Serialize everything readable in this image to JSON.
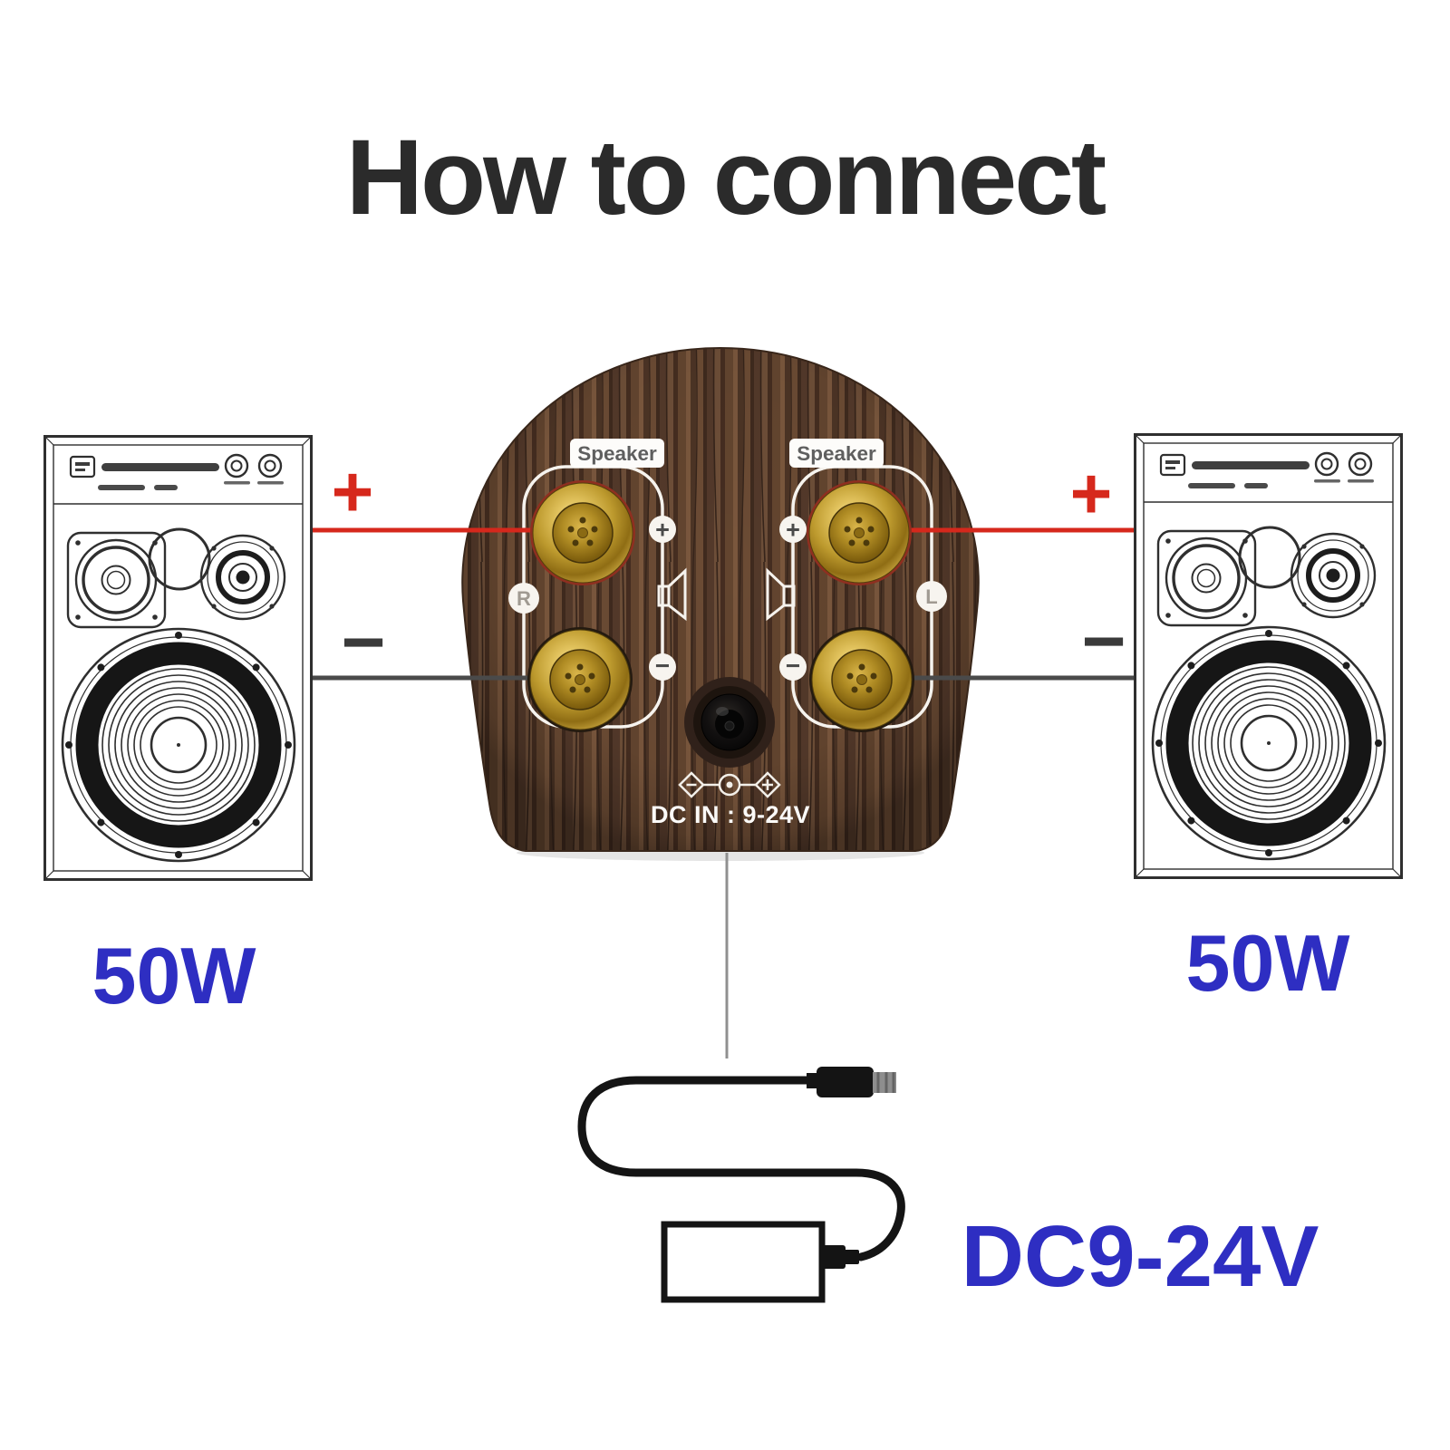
{
  "title": "How to connect",
  "amplifier": {
    "left_section": {
      "label": "Speaker",
      "channel_badge": "R",
      "positive_badge": "+",
      "negative_badge": "−"
    },
    "right_section": {
      "label": "Speaker",
      "channel_badge": "L",
      "positive_badge": "+",
      "negative_badge": "−"
    },
    "dc_input_label": "DC IN : 9-24V"
  },
  "wiring": {
    "left": {
      "positive_mark": "+",
      "negative_mark": "−"
    },
    "right": {
      "positive_mark": "+",
      "negative_mark": "−"
    }
  },
  "speakers": {
    "left": {
      "power": "50W"
    },
    "right": {
      "power": "50W"
    }
  },
  "power_adapter": {
    "label": "DC9-24V"
  },
  "colors": {
    "positive_wire": "#d6281c",
    "negative_wire": "#4a4a4a",
    "power_label_blue": "#2e2ec2",
    "wood_brown": "#5d4330",
    "terminal_gold": "#c9a233"
  }
}
